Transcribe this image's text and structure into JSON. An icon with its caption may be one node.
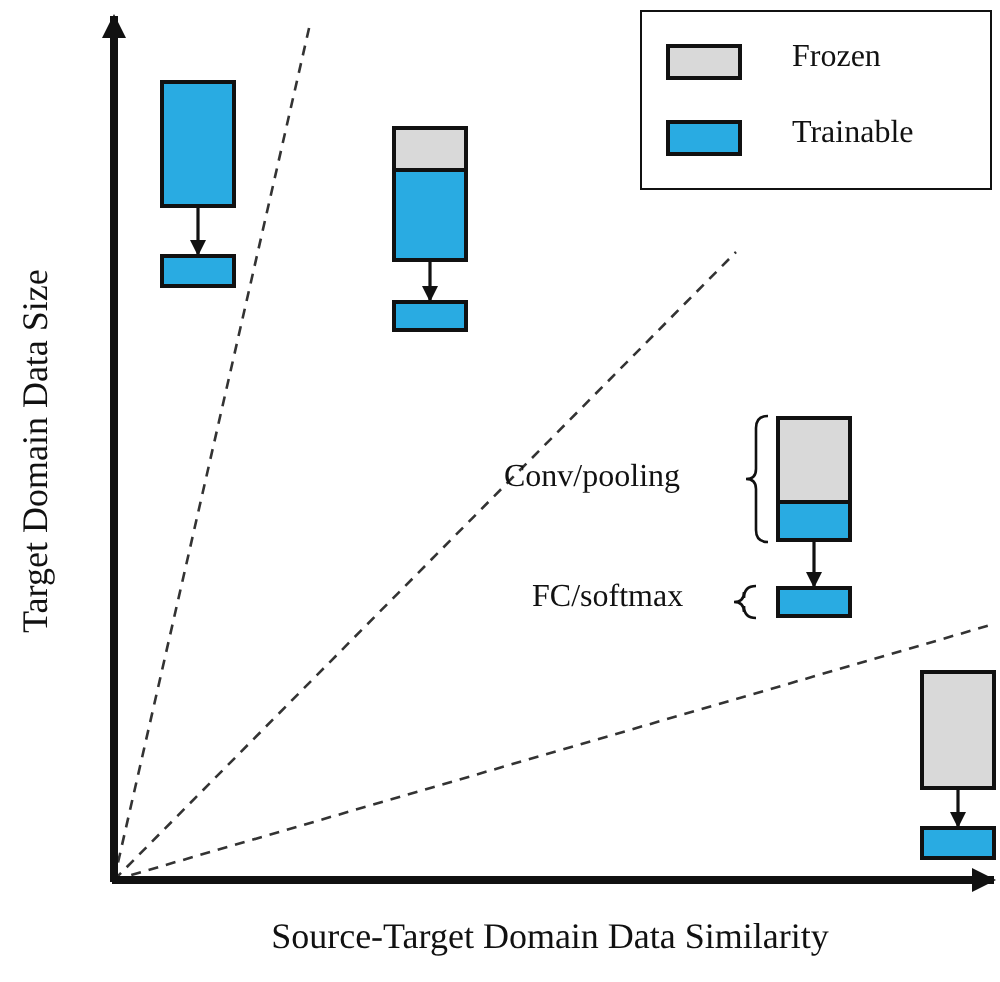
{
  "diagram": {
    "nodes": [
      {
        "text": [],
        "shape": "box"
      },
      {
        "text": [],
        "shape": "box"
      },
      {
        "text": [],
        "shape": "box"
      },
      {
        "text": [],
        "shape": "box"
      },
      {
        "text": [],
        "shape": "box"
      },
      {
        "text": [],
        "shape": "box"
      },
      {
        "text": [],
        "shape": "box"
      },
      {
        "text": [],
        "shape": "box"
      }
    ],
    "edges": [
      {
        "from": 0,
        "to": 1,
        "arrow": "to"
      },
      {
        "from": 2,
        "to": 3,
        "arrow": "to"
      },
      {
        "from": 4,
        "to": 5,
        "arrow": "to"
      },
      {
        "from": 6,
        "to": 7,
        "arrow": "to"
      }
    ],
    "labels": [
      "Target Domain Data Size",
      "Conv/pooling",
      "FC/softmax",
      "Source-Target Domain Data Similarity"
    ],
    "legend": [
      {
        "text": "Frozen",
        "color": "#d9d9d9"
      },
      {
        "text": "Trainable",
        "color": "#29abe2"
      }
    ]
  }
}
